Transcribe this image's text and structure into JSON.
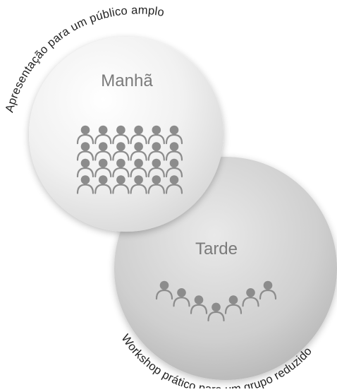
{
  "diagram": {
    "morning": {
      "title": "Manhã",
      "caption": "Apresentação para um público amplo",
      "audience_rows": 4,
      "audience_cols": 6
    },
    "afternoon": {
      "title": "Tarde",
      "caption": "Workshop prático para um grupo reduzido",
      "audience_count": 7
    },
    "colors": {
      "circle_light": "#fbfbfb",
      "circle_mid": "#e2e2e2",
      "circle_dark": "#cfcfcf",
      "circle_dark_edge": "#b5b5b5",
      "people": "#8c8c8c",
      "title": "#7a7a7a",
      "caption": "#222222"
    },
    "icons": [
      "person-icon"
    ]
  }
}
